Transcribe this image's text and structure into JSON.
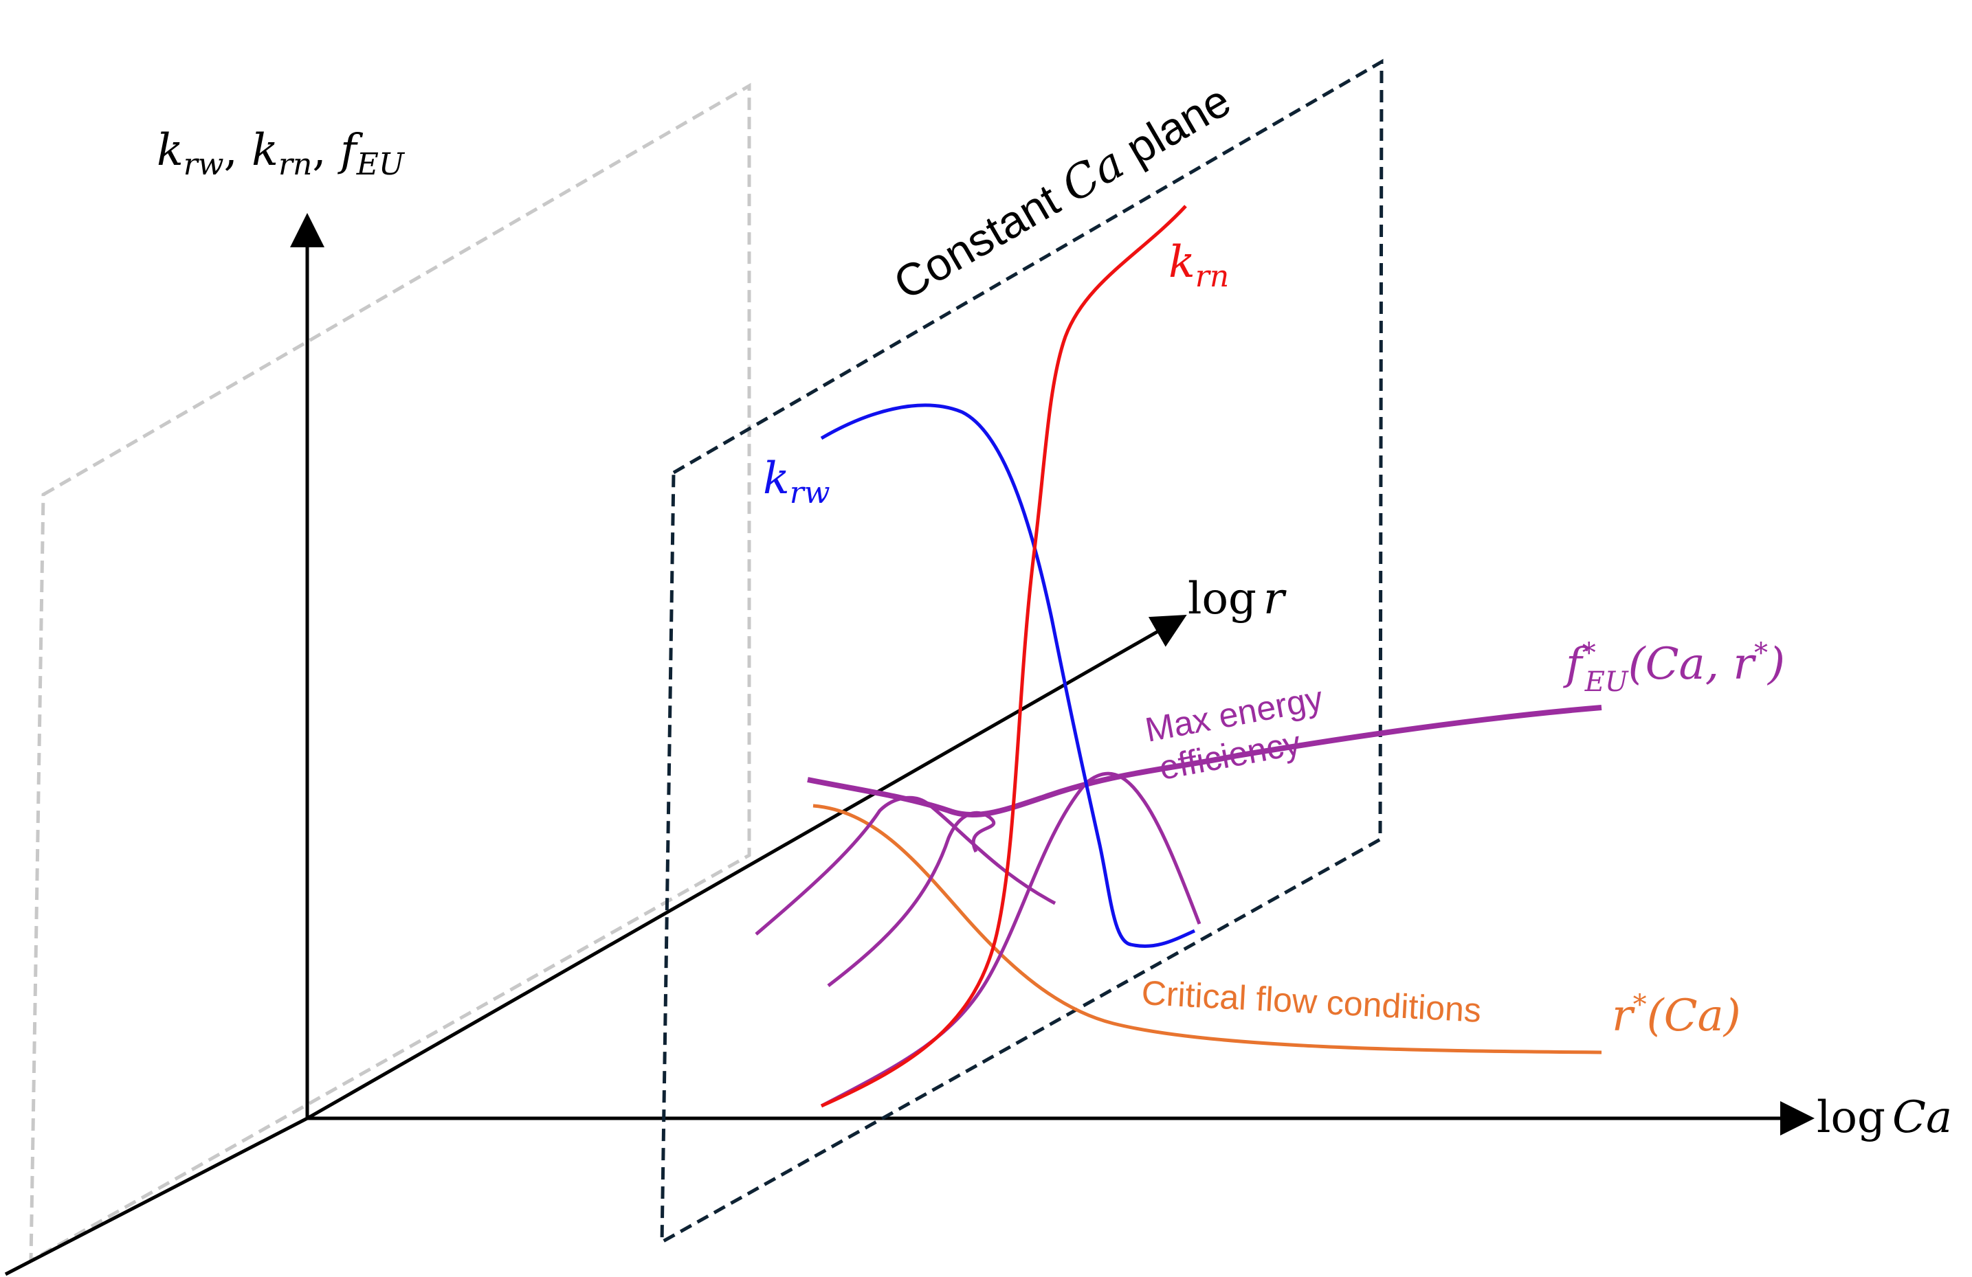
{
  "axes": {
    "vertical": {
      "base": "k",
      "sub1": "rw",
      "sub2": "rn",
      "f": "f",
      "sub3": "EU"
    },
    "log_r": {
      "prefix": "log",
      "var": "r"
    },
    "log_ca": {
      "prefix": "log",
      "var": "Ca"
    }
  },
  "plane": {
    "word1": "Constant ",
    "var": "Ca",
    "word2": " plane"
  },
  "curves": {
    "krw": {
      "base": "k",
      "sub": "rw",
      "color": "#1010ee"
    },
    "krn": {
      "base": "k",
      "sub": "rn",
      "color": "#ee1111"
    },
    "feu": {
      "base": "f",
      "sup": "*",
      "sub": "EU",
      "args": "(Ca, r",
      "args_sup": "*",
      "close": ")",
      "color": "#9b2d9f"
    },
    "rstar": {
      "base": "r",
      "sup": "*",
      "args": "(Ca)",
      "color": "#e8742f"
    }
  },
  "annotations": {
    "max_energy_line1": "Max energy",
    "max_energy_line2": "efficiency",
    "critical": "Critical flow conditions"
  },
  "colors": {
    "axis": "#000000",
    "plane": "#0e2233",
    "ghost_plane": "#c8c8c8"
  }
}
